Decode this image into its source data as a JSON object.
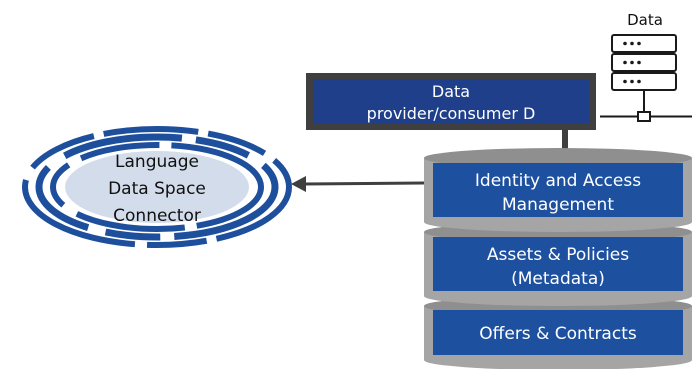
{
  "data_server": {
    "label": "Data",
    "icon": "server-icon"
  },
  "provider_box": {
    "line1": "Data",
    "line2": "provider/consumer D"
  },
  "stack": {
    "identity": {
      "line1": "Identity and Access",
      "line2": "Management"
    },
    "assets": {
      "line1": "Assets & Policies",
      "line2": "(Metadata)"
    },
    "offers": {
      "line1": "Offers & Contracts"
    }
  },
  "connector": {
    "line1": "Language",
    "line2": "Data Space",
    "line3": "Connector",
    "icon": "connector-rings-icon"
  },
  "arrow": {
    "icon": "arrow-left-icon"
  },
  "colors": {
    "navy": "#1f3f8a",
    "stack_blue": "#1e50a0",
    "ring_blue": "#1e4f9c",
    "ellipse_fill": "#d3dceb",
    "dark": "#3f3f3f",
    "cyl_gray": "#a5a5a5"
  }
}
